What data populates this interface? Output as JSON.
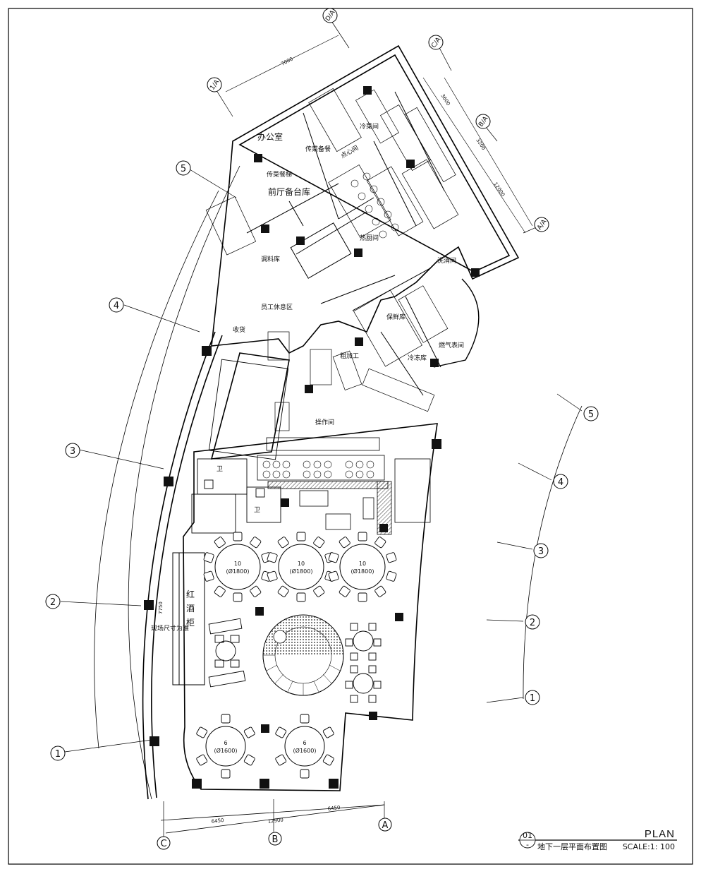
{
  "title_block": {
    "sheet_no": "01",
    "sheet_sub": "-",
    "plan_label": "PLAN",
    "title": "地下一层平面布置图",
    "scale": "SCALE:1: 100"
  },
  "rooms": {
    "office": "办公室",
    "dish_store": "传菜备餐",
    "dish_pass": "传菜餐梯",
    "front_prep": "前厅备台库",
    "cold_dish": "冷菜间",
    "pastry": "点心间",
    "hot_kitchen": "热厨间",
    "wash": "洗消间",
    "seasoning": "调料库",
    "receiving": "收货",
    "employee": "员工休息区",
    "rough": "粗加工",
    "fresh": "保鲜库",
    "freezer": "冷冻库",
    "gas": "燃气表间",
    "operation": "操作间",
    "toilet1": "卫",
    "toilet2": "卫",
    "wine_cabinet": "红酒柜",
    "site_note": "现场尺寸为准"
  },
  "tables": [
    {
      "seats": "10",
      "size": "(Ø1800)"
    },
    {
      "seats": "10",
      "size": "(Ø1800)"
    },
    {
      "seats": "10",
      "size": "(Ø1800)"
    },
    {
      "seats": "6",
      "size": "(Ø1600)"
    },
    {
      "seats": "6",
      "size": "(Ø1600)"
    }
  ],
  "grid_left": [
    "5",
    "4",
    "3",
    "2",
    "1"
  ],
  "grid_right": [
    "5",
    "4",
    "3",
    "2",
    "1"
  ],
  "grid_bottom": [
    "C",
    "B",
    "A"
  ],
  "grid_top": [
    "D/A",
    "C/A",
    "B/A",
    "A/A",
    "1/A"
  ],
  "dims": {
    "top": "7000",
    "right1": "3600",
    "right2": "12000",
    "right3": "3200",
    "bottom1": "6450",
    "bottom2": "12900",
    "bottom3": "6450",
    "left_wine": "7750"
  }
}
